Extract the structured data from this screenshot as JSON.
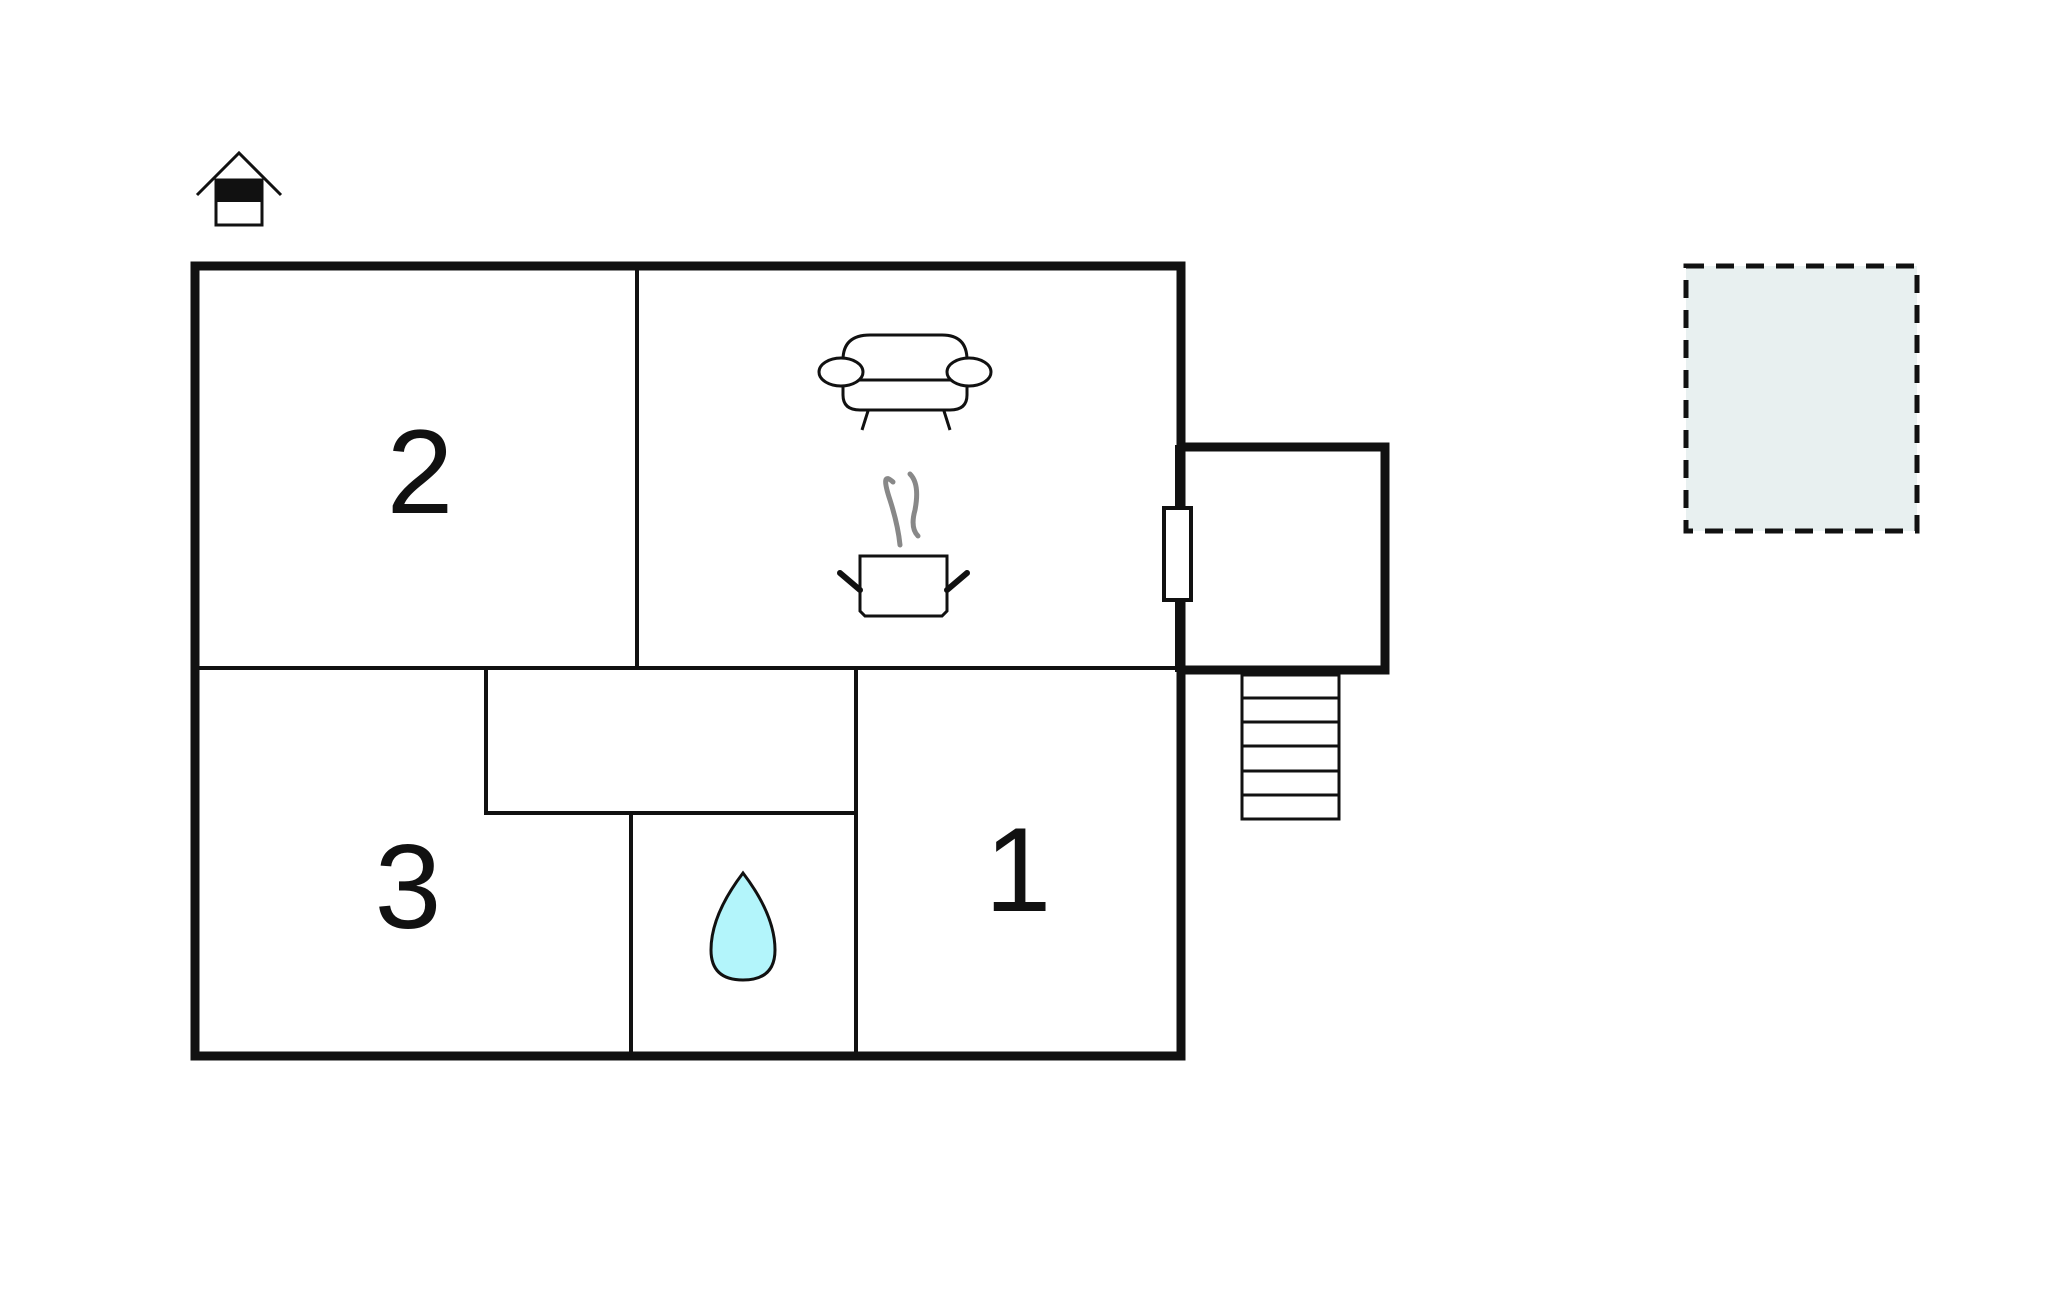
{
  "rooms": [
    {
      "number": "2"
    },
    {
      "number": "3"
    },
    {
      "number": "1"
    }
  ],
  "icons": {
    "house": "house-floor-icon",
    "sofa": "sofa-icon",
    "cooking": "cooking-pot-icon",
    "water": "water-drop-icon",
    "stairs": "stairs-icon",
    "door": "door-icon"
  },
  "colors": {
    "wall": "#111111",
    "water": "#b3f5fb",
    "steam": "#888888",
    "outdoor_area": "#e8f0f0"
  }
}
